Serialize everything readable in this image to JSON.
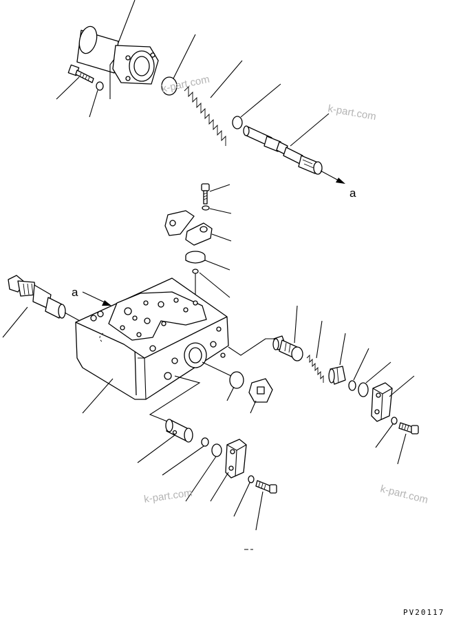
{
  "labels": {
    "ref_a_top": "a",
    "ref_a_body": "a"
  },
  "watermarks": [
    "k-part.com",
    "k-part.com",
    "k-part.com",
    "k-part.com"
  ],
  "drawing_code": "PV20117",
  "colors": {
    "line": "#000000",
    "watermark": "#b4b4b4",
    "background": "#ffffff"
  }
}
